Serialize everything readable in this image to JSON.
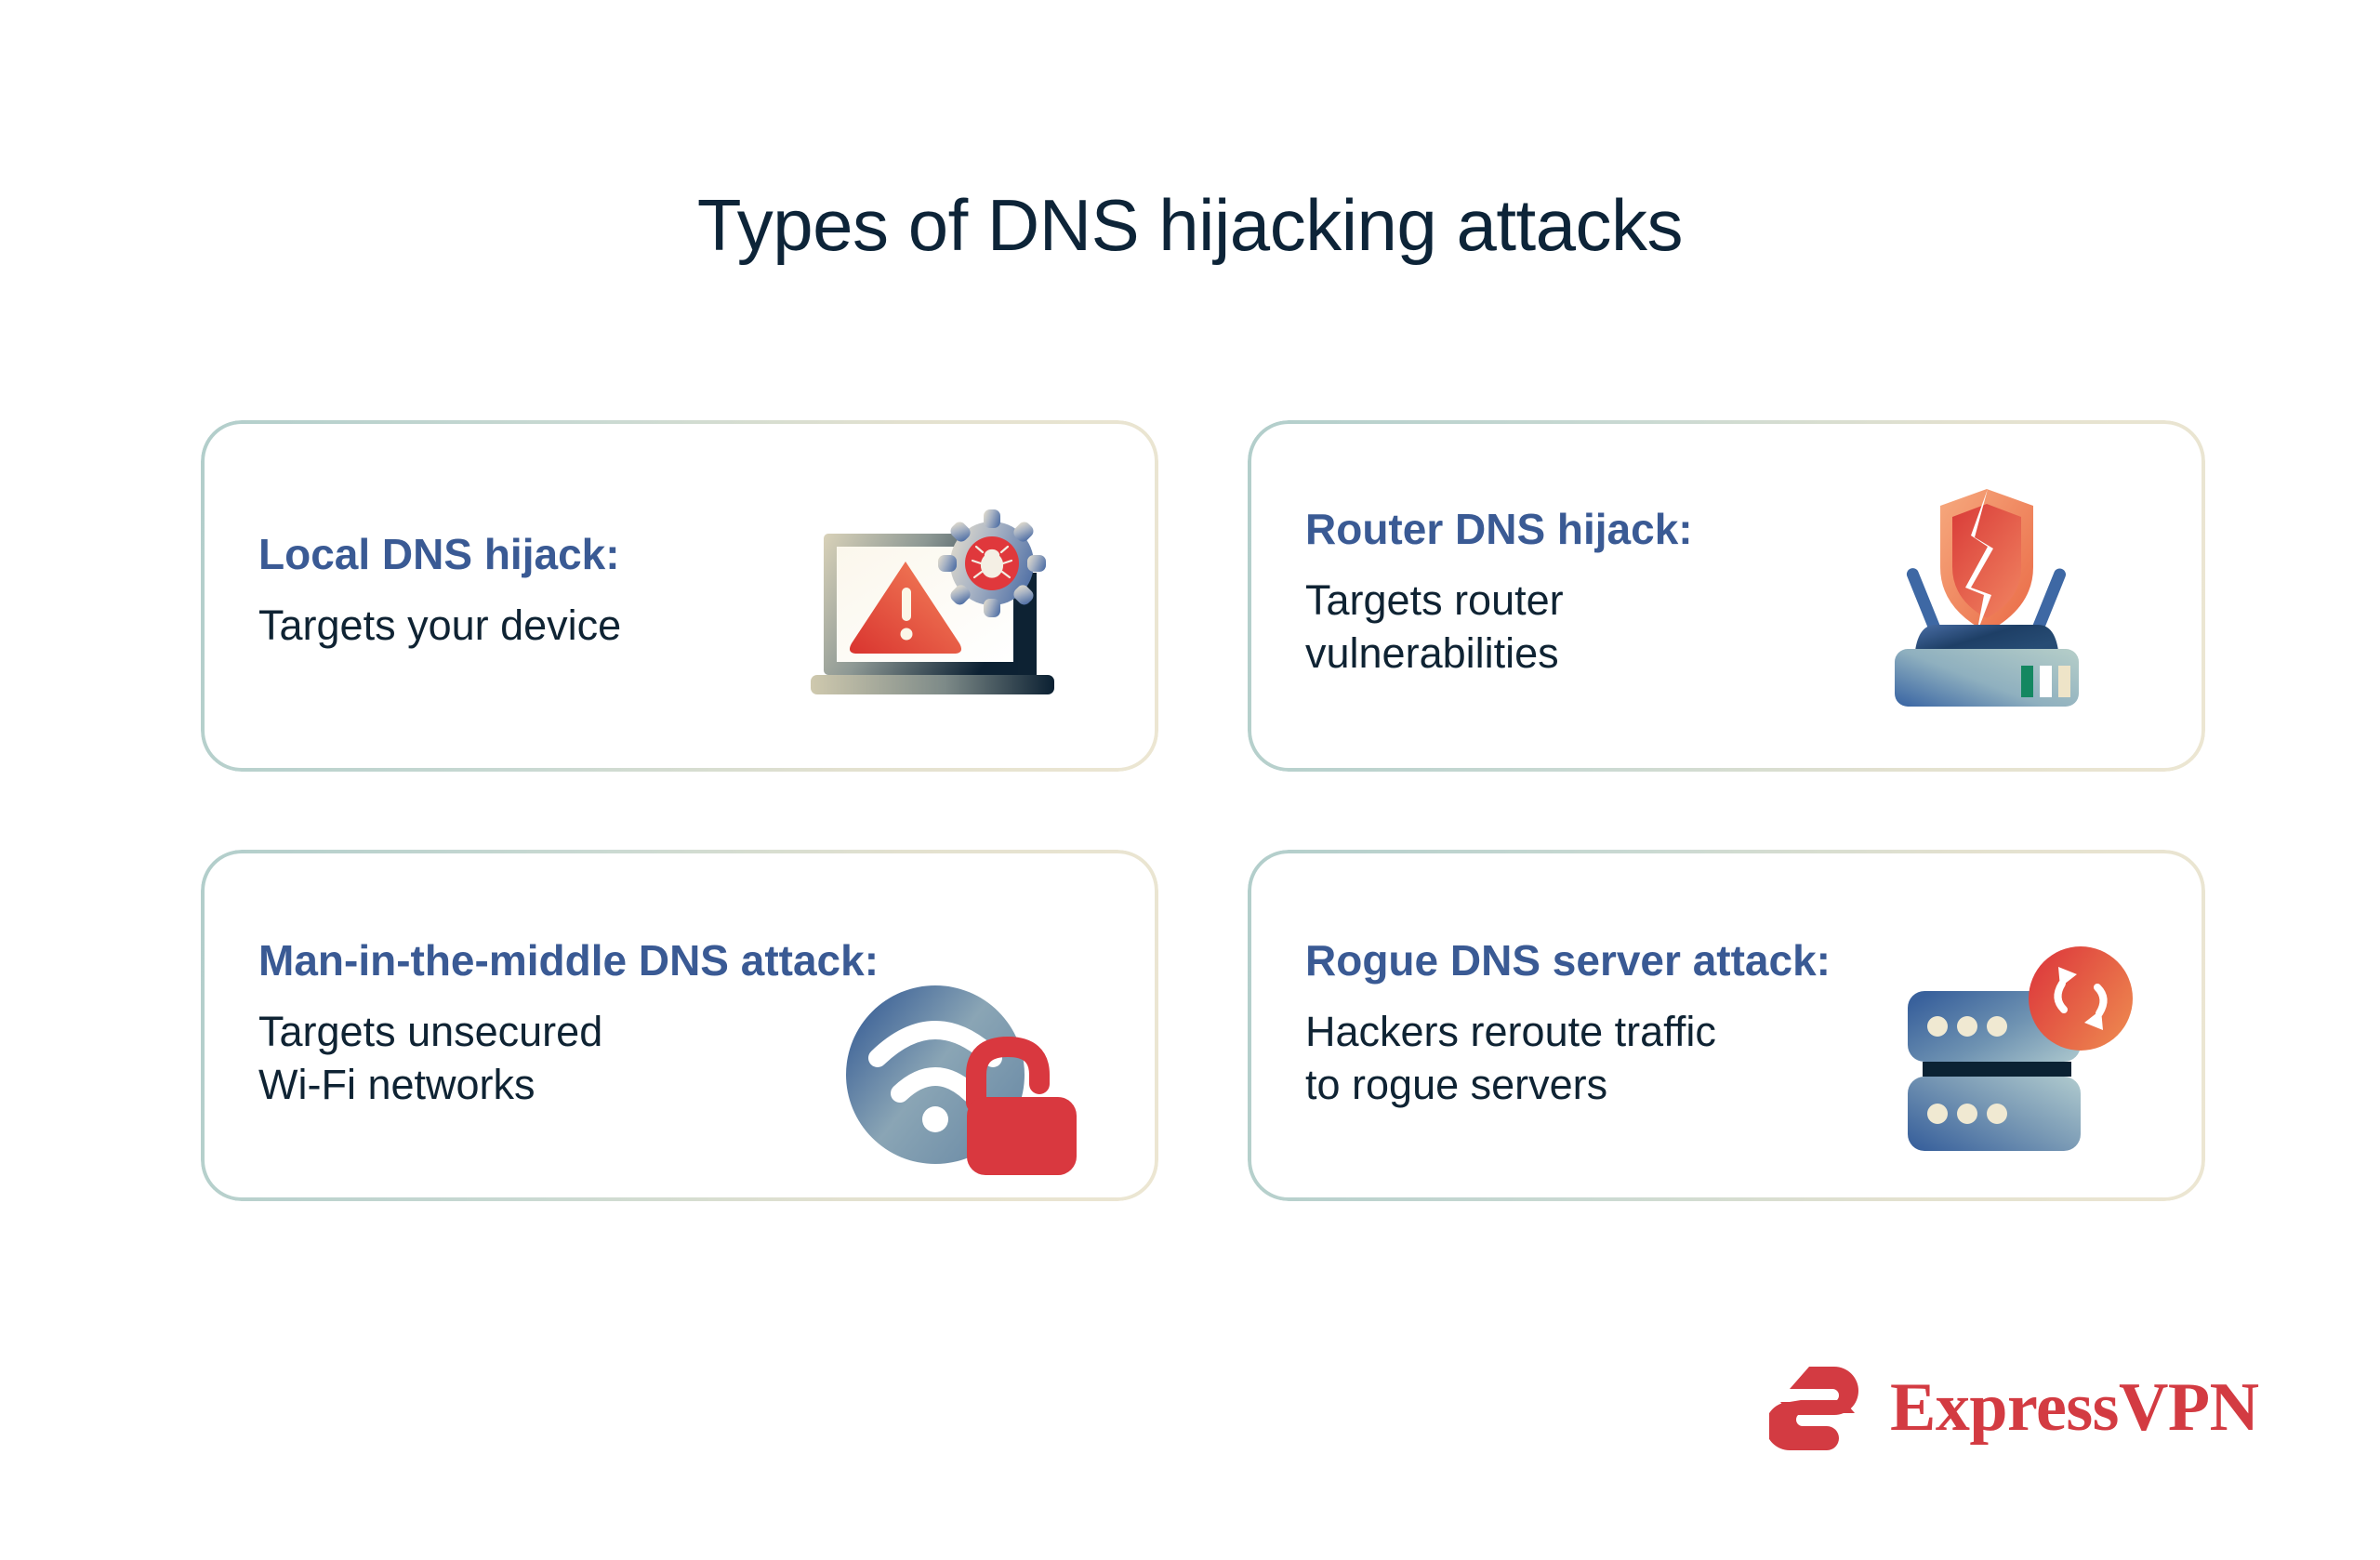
{
  "page": {
    "title": "Types of DNS hijacking attacks",
    "background_color": "#ffffff"
  },
  "theme": {
    "title_color": "#0d2438",
    "heading_color": "#3a5a94",
    "body_color": "#0f2333",
    "card_border_start": "#b2cecb",
    "card_border_end": "#ece6d2",
    "accent_red": "#d33b42",
    "accent_orange": "#e8653f",
    "icon_blue": "#3c5f96"
  },
  "cards": [
    {
      "id": "local",
      "heading": "Local DNS hijack:",
      "body": "Targets your device",
      "icon_name": "laptop-warning-bug-icon"
    },
    {
      "id": "router",
      "heading": "Router DNS hijack:",
      "body": "Targets router\nvulnerabilities",
      "icon_name": "router-broken-shield-icon"
    },
    {
      "id": "mitm",
      "heading": "Man-in-the-middle DNS attack:",
      "body": "Targets unsecured\nWi-Fi networks",
      "icon_name": "wifi-open-padlock-icon"
    },
    {
      "id": "rogue",
      "heading": "Rogue DNS server attack:",
      "body": "Hackers reroute traffic\nto rogue servers",
      "icon_name": "server-stack-sync-icon"
    }
  ],
  "logo": {
    "mark_name": "expressvpn-e-mark-icon",
    "wordmark": "ExpressVPN",
    "color": "#d33b42"
  }
}
